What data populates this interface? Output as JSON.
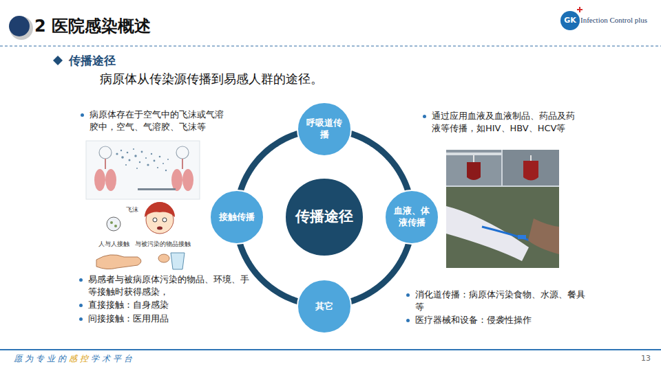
{
  "diagram": {
    "title": "2 医院感染概述",
    "nodes": [
      {
        "text": [
          "呼吸道传播"
        ]
      },
      {
        "text": [
          "接触传播"
        ]
      },
      {
        "text": [
          "传播途径"
        ]
      },
      {
        "text": [
          "血液、体液传播"
        ]
      },
      {
        "text": [
          "其它"
        ]
      }
    ],
    "edges": [
      {
        "from": 0,
        "to": 3,
        "arrow": "none"
      },
      {
        "from": 3,
        "to": 4,
        "arrow": "none"
      },
      {
        "from": 4,
        "to": 1,
        "arrow": "none"
      },
      {
        "from": 1,
        "to": 0,
        "arrow": "none"
      }
    ],
    "labels": [
      "传播途径",
      "病原体从传染源传播到易感人群的途径。",
      "病原体存在于空气中的飞沫或气溶胶中，空气、气溶胶、飞沫等",
      "人与人接触",
      "飞沫",
      "与被污染的物品接触",
      "易感者与被病原体污染的物品、环境、手等接触时获得感染，",
      "直接接触：自身感染",
      "间接接触：医用用品",
      "通过应用血液及血液制品、药品及药液等传播，如HIV、HBV、HCV等",
      "消化道传播：病原体污染食物、水源、餐具等",
      "医疗器械和设备：侵袭性操作",
      "GK",
      "Infection Control plus",
      "愿为专业的",
      "感控",
      "学术平台",
      "13"
    ]
  }
}
